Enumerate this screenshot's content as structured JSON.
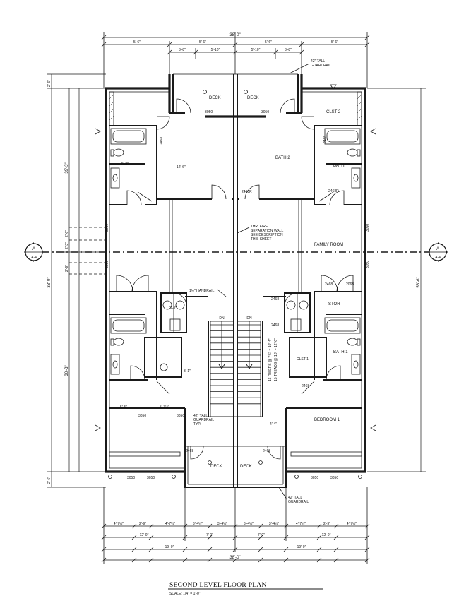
{
  "title": "SECOND LEVEL FLOOR PLAN",
  "scale": "SCALE: 1/4\" = 1'-0\"",
  "dims_top": {
    "overall": "38'-0\"",
    "row2": [
      "5'-6\"",
      "5'-6\"",
      "5'-6\"",
      "5'-6\""
    ],
    "row3": [
      "3'-8\"",
      "5'-10\"",
      "5'-10\"",
      "3'-8\""
    ]
  },
  "dims_bottom": {
    "row1": [
      "4'-7½\"",
      "2'-9\"",
      "4'-7½\"",
      "3'-4½\"",
      "3'-4½\"",
      "3'-4½\"",
      "3'-4½\"",
      "4'-7½\"",
      "2'-9\"",
      "4'-7½\""
    ],
    "row2": [
      "12'-0\"",
      "7'-0\"",
      "7'-0\"",
      "12'-0\""
    ],
    "row3": [
      "19'-0\"",
      "19'-0\""
    ],
    "overall": "38'-0\""
  },
  "dims_left": [
    "39'-3\"",
    "30'-3\"",
    "33'-9\"",
    "2'-6\"",
    "2'-3\"",
    "2'-9\"",
    "2'-6\""
  ],
  "dims_right": [
    "53'-6\""
  ],
  "rooms": {
    "deck_top_left": "DECK",
    "deck_top_right": "DECK",
    "clst2": "CLST 2",
    "bath2": "BATH 2",
    "bath_right": "BATH",
    "family_room": "FAMILY ROOM",
    "stor": "STOR",
    "bath1": "BATH 1",
    "clst1": "CLST 1",
    "bedroom1": "BEDROOM 1",
    "deck_bottom_left": "DECK",
    "deck_bottom_right": "DECK"
  },
  "notes": {
    "guardrail_top": [
      "42\" TALL",
      "GUARDRAIL"
    ],
    "fire_wall": [
      "1HR. FIRE",
      "SEPARATION WALL",
      "SEE DESCRIPTION",
      "THIS SHEET"
    ],
    "handrail": "1½\" HANDRAIL",
    "guardrail_typ": [
      "42\" TALL",
      "GUARDRAIL",
      "TYP."
    ],
    "guardrail_bottom": [
      "42\" TALL",
      "GUARDRAIL"
    ],
    "stair_text": [
      "16 RISERS @ 7¾\" = 10'-4\"",
      "15 TREADS @ 10\" = 12'-6\""
    ],
    "dn_left": "DN",
    "dn_right": "DN"
  },
  "section_marker": {
    "top": "A",
    "bottom": "A-4"
  },
  "small_labels": {
    "door_3068": "3068",
    "door_2468": "2468",
    "door_2468r": "2468R",
    "door_2068": "2068",
    "win_3050": "3050",
    "dim_12_6": "12'-6\"",
    "dim_5_8": "5'-8\"",
    "dim_3_1": "3'-1\"",
    "dim_5_5": "5'-5\"",
    "dim_5_3": "5'-3½\"",
    "dim_4_4": "4'-4\"",
    "dim_3_0": "3'-0\""
  }
}
